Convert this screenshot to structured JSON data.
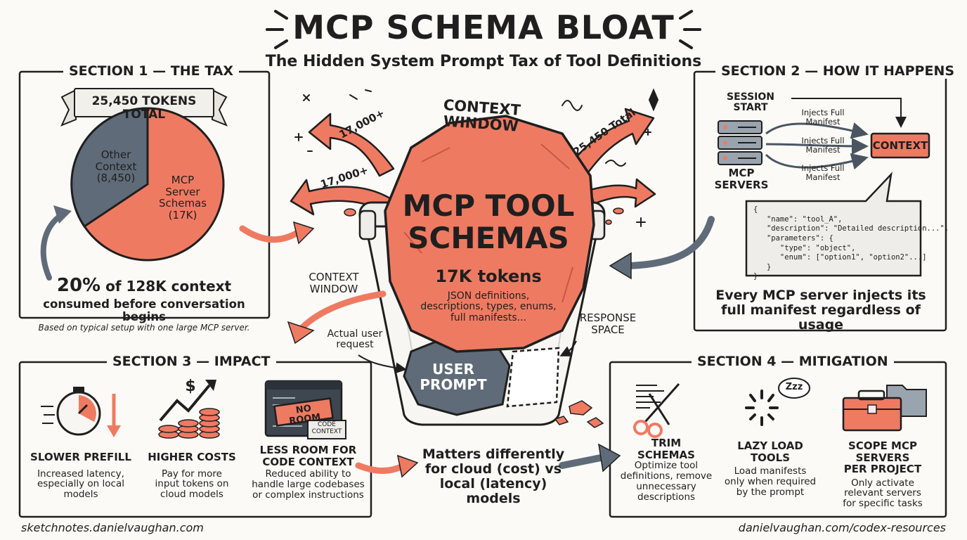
{
  "title": "MCP SCHEMA BLOAT",
  "subtitle": "The Hidden System Prompt Tax of Tool Definitions",
  "colors": {
    "accent": "#ef7a62",
    "slate": "#5f6b78",
    "ink": "#1f1f1f",
    "paper": "#fbfaf6"
  },
  "section1": {
    "heading": "SECTION 1 — THE TAX",
    "banner": "25,450 TOKENS TOTAL",
    "pie": {
      "other_label_1": "Other",
      "other_label_2": "Context",
      "other_label_3": "(8,450)",
      "mcp_label_1": "MCP",
      "mcp_label_2": "Server",
      "mcp_label_3": "Schemas",
      "mcp_label_4": "(17K)"
    },
    "stat_big": "20%",
    "stat_rest": " of 128K context",
    "stat_line2": "consumed before conversation begins",
    "note": "Based on typical setup with one large MCP server."
  },
  "center": {
    "context_window_top": "CONTEXT WINDOW",
    "arrow_17k_a": "17,000+",
    "arrow_17k_b": "17,000+",
    "arrow_total": "25,450 Total",
    "rock_line1": "MCP TOOL",
    "rock_line2": "SCHEMAS",
    "rock_tokens": "17K tokens",
    "rock_desc_1": "JSON definitions,",
    "rock_desc_2": "descriptions, types, enums,",
    "rock_desc_3": "full manifests...",
    "cw_left_1": "CONTEXT",
    "cw_left_2": "WINDOW",
    "user_req_1": "Actual user",
    "user_req_2": "request",
    "response_1": "RESPONSE",
    "response_2": "SPACE",
    "user_prompt_1": "USER",
    "user_prompt_2": "PROMPT"
  },
  "section2": {
    "heading": "SECTION 2 — HOW IT HAPPENS",
    "session_start": "SESSION START",
    "inject_1": "Injects Full",
    "inject_2": "Manifest",
    "servers_1": "MCP",
    "servers_2": "SERVERS",
    "context": "CONTEXT",
    "code": "{\n   \"name\": \"tool_A\",\n   \"description\": \"Detailed description...\",\n   \"parameters\": {\n      \"type\": \"object\",\n      \"enum\": [\"option1\", \"option2\"...]\n   }\n}",
    "caption_1": "Every MCP server injects its",
    "caption_2": "full manifest regardless of usage"
  },
  "section3": {
    "heading": "SECTION 3 — IMPACT",
    "items": [
      {
        "title_1": "SLOWER PREFILL",
        "title_2": "",
        "desc_1": "Increased latency,",
        "desc_2": "especially on local",
        "desc_3": "models"
      },
      {
        "title_1": "HIGHER COSTS",
        "title_2": "",
        "desc_1": "Pay for more",
        "desc_2": "input tokens on",
        "desc_3": "cloud models"
      },
      {
        "title_1": "LESS ROOM FOR",
        "title_2": "CODE CONTEXT",
        "desc_1": "Reduced ability to",
        "desc_2": "handle large codebases",
        "desc_3": "or complex instructions"
      }
    ],
    "no_room": "NO ROOM",
    "code_context_1": "CODE",
    "code_context_2": "CONTEXT",
    "dollar": "$"
  },
  "middle_note": {
    "line1": "Matters differently",
    "line2": "for cloud (cost) vs",
    "line3": "local (latency) models"
  },
  "section4": {
    "heading": "SECTION 4 — MITIGATION",
    "items": [
      {
        "title_1": "TRIM",
        "title_2": "SCHEMAS",
        "desc_1": "Optimize tool",
        "desc_2": "definitions, remove",
        "desc_3": "unnecessary",
        "desc_4": "descriptions"
      },
      {
        "title_1": "LAZY LOAD",
        "title_2": "TOOLS",
        "desc_1": "Load manifests",
        "desc_2": "only when required",
        "desc_3": "by the prompt",
        "desc_4": ""
      },
      {
        "title_1": "SCOPE MCP SERVERS",
        "title_2": "PER PROJECT",
        "desc_1": "Only activate",
        "desc_2": "relevant servers",
        "desc_3": "for specific tasks",
        "desc_4": ""
      }
    ],
    "zzz": "Zzz"
  },
  "footer": {
    "left": "sketchnotes.danielvaughan.com",
    "right": "danielvaughan.com/codex-resources"
  }
}
